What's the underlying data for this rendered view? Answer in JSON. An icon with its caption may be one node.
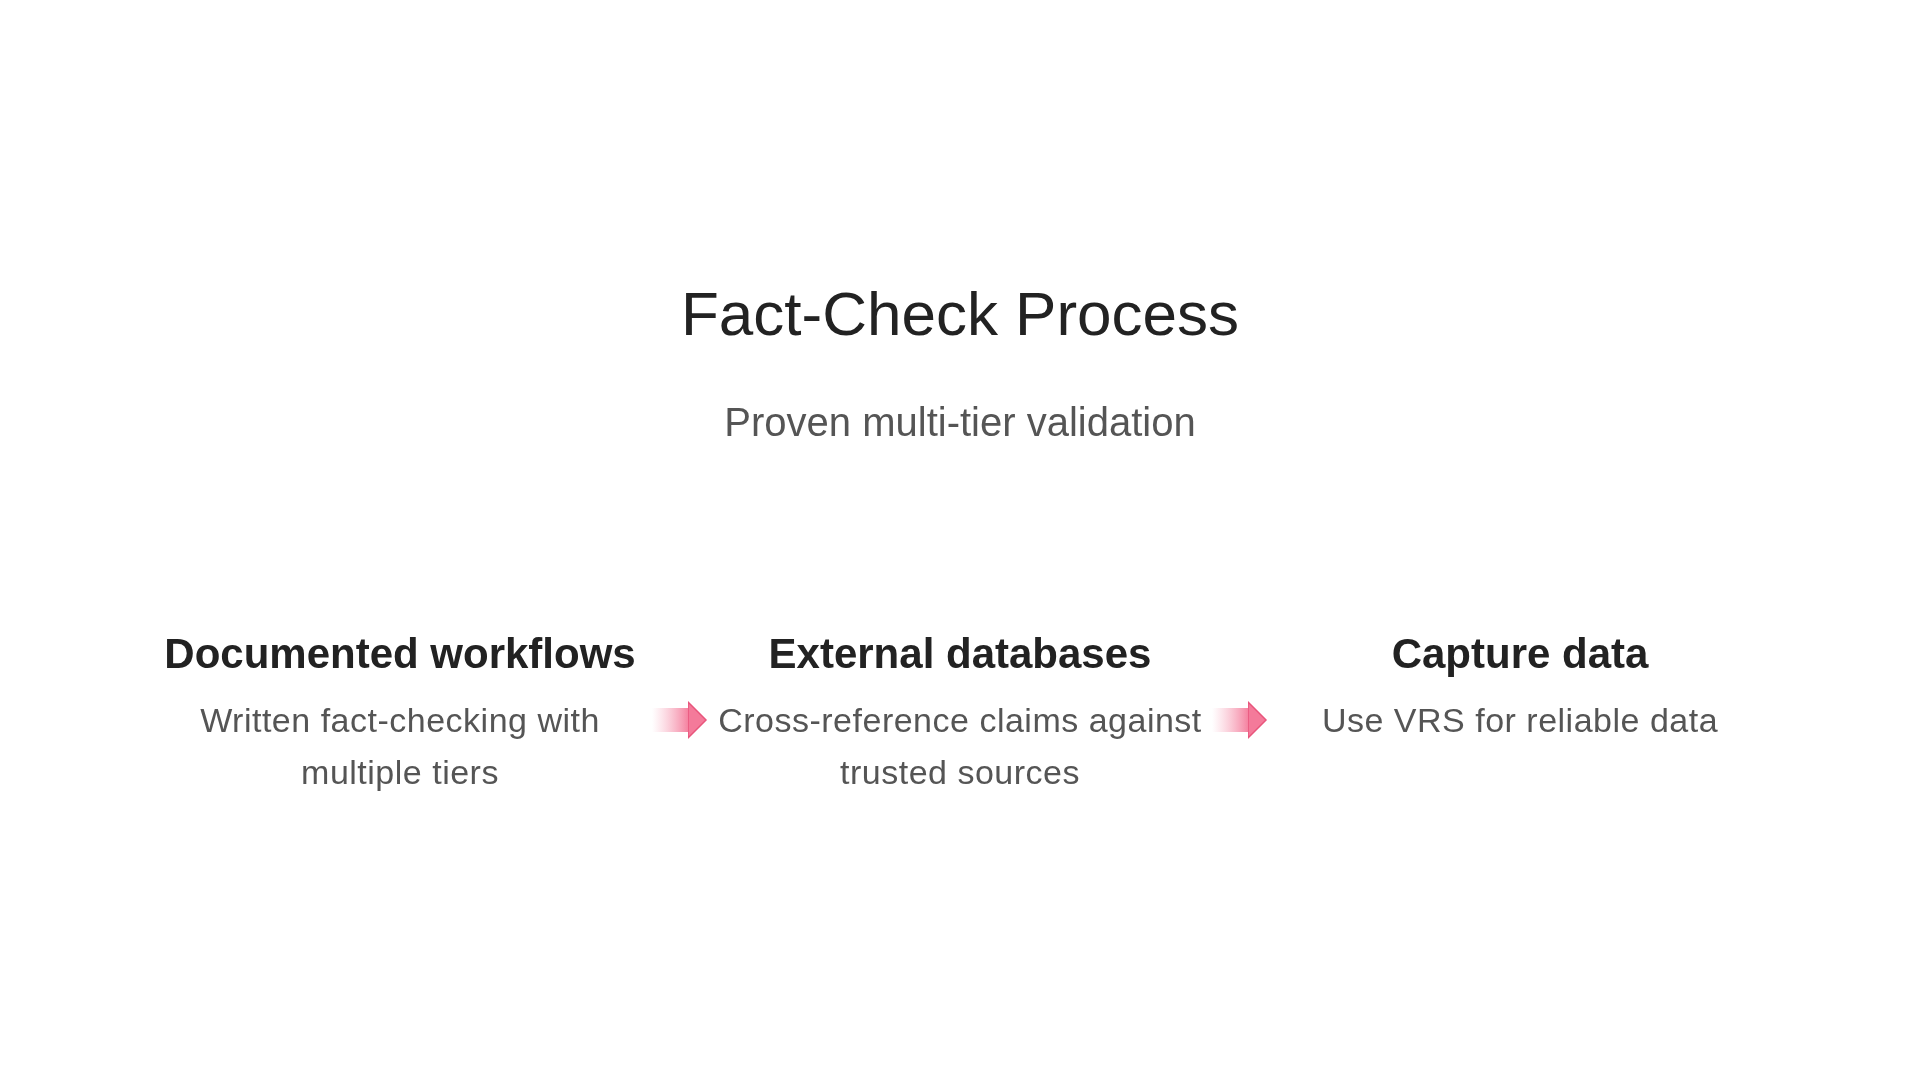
{
  "diagram": {
    "title": "Fact-Check Process",
    "caption": "Proven multi-tier validation",
    "nodes": [
      {
        "text": [
          "Documented workflows",
          "Written fact-checking with multiple tiers"
        ]
      },
      {
        "text": [
          "External databases",
          "Cross-reference claims against trusted sources"
        ]
      },
      {
        "text": [
          "Capture data",
          "Use VRS for reliable data"
        ]
      }
    ],
    "edges": [
      {
        "from": 0,
        "to": 1,
        "arrow": "to"
      },
      {
        "from": 1,
        "to": 2,
        "arrow": "to"
      }
    ]
  }
}
